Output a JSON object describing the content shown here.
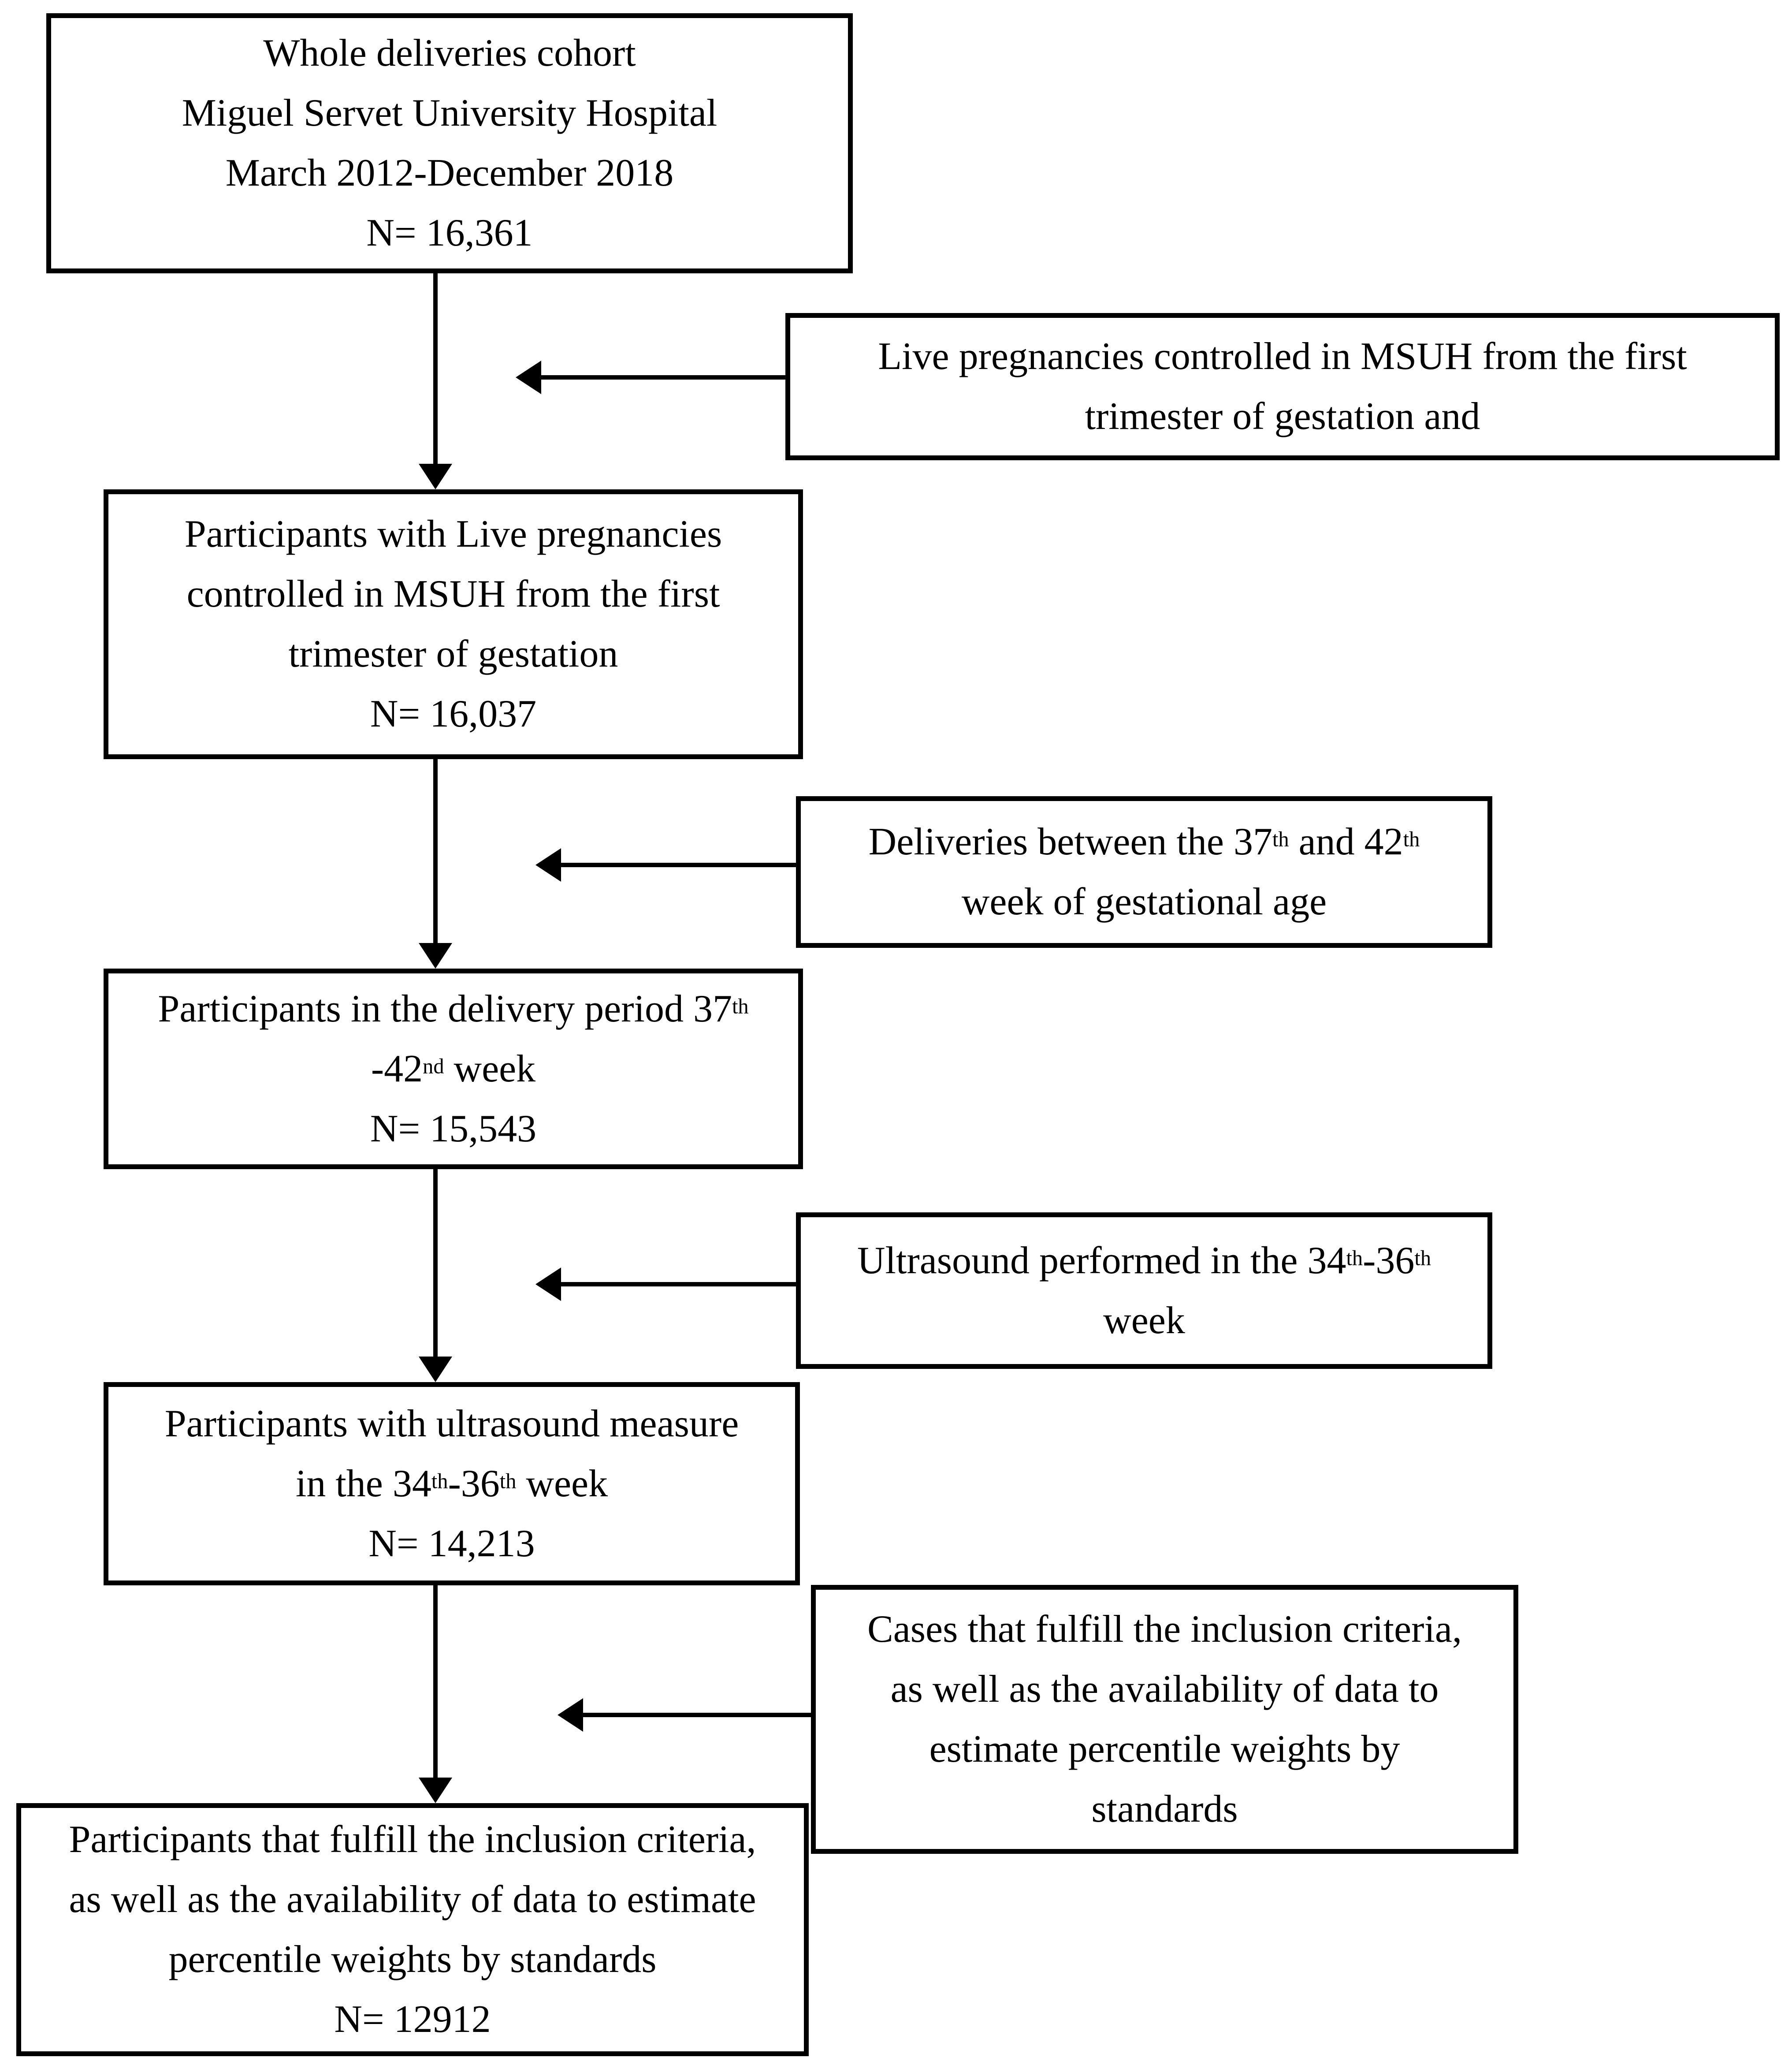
{
  "flow_boxes": {
    "box1": {
      "name": "whole-deliveries-cohort",
      "n_value": "N= 16,361",
      "lines": [
        [
          {
            "text": "Whole deliveries cohort"
          }
        ],
        [
          {
            "text": "Miguel Servet University Hospital"
          }
        ],
        [
          {
            "text": "March 2012-December 2018"
          }
        ],
        [
          {
            "text": "N= 16,361"
          }
        ]
      ]
    },
    "box2": {
      "name": "participants-live-pregnancies",
      "n_value": "N= 16,037",
      "lines": [
        [
          {
            "text": "Participants with Live pregnancies"
          }
        ],
        [
          {
            "text": "controlled in MSUH from the first"
          }
        ],
        [
          {
            "text": "trimester of gestation"
          }
        ],
        [
          {
            "text": "N= 16,037"
          }
        ]
      ]
    },
    "box3": {
      "name": "participants-delivery-period",
      "n_value": "N= 15,543",
      "lines": [
        [
          {
            "text": "Participants in the delivery period 37"
          },
          {
            "text": "th",
            "sup": true
          }
        ],
        [
          {
            "text": "-42"
          },
          {
            "text": "nd",
            "sup": true
          },
          {
            "text": " week"
          }
        ],
        [
          {
            "text": "N= 15,543"
          }
        ]
      ]
    },
    "box4": {
      "name": "participants-ultrasound-measure",
      "n_value": "N= 14,213",
      "lines": [
        [
          {
            "text": "Participants with ultrasound measure"
          }
        ],
        [
          {
            "text": "in the 34"
          },
          {
            "text": "th",
            "sup": true
          },
          {
            "text": "-36"
          },
          {
            "text": "th",
            "sup": true
          },
          {
            "text": " week"
          }
        ],
        [
          {
            "text": "N= 14,213"
          }
        ]
      ]
    },
    "box5": {
      "name": "participants-inclusion-criteria",
      "n_value": "N= 12912",
      "lines": [
        [
          {
            "text": "Participants that fulfill the inclusion criteria,"
          }
        ],
        [
          {
            "text": "as well as the availability of data to estimate"
          }
        ],
        [
          {
            "text": "percentile weights by standards"
          }
        ],
        [
          {
            "text": "N= 12912"
          }
        ]
      ]
    }
  },
  "exclusion_boxes": {
    "side1": {
      "name": "criteria-live-pregnancies",
      "lines": [
        [
          {
            "text": "Live pregnancies controlled in MSUH from the first"
          }
        ],
        [
          {
            "text": "trimester of gestation and"
          }
        ]
      ]
    },
    "side2": {
      "name": "criteria-delivery-week",
      "lines": [
        [
          {
            "text": "Deliveries between the 37"
          },
          {
            "text": "th",
            "sup": true
          },
          {
            "text": " and 42"
          },
          {
            "text": "th",
            "sup": true
          }
        ],
        [
          {
            "text": "week of gestational age"
          }
        ]
      ]
    },
    "side3": {
      "name": "criteria-ultrasound-week",
      "lines": [
        [
          {
            "text": "Ultrasound performed in the 34"
          },
          {
            "text": "th",
            "sup": true
          },
          {
            "text": "-36"
          },
          {
            "text": "th",
            "sup": true
          }
        ],
        [
          {
            "text": "week"
          }
        ]
      ]
    },
    "side4": {
      "name": "criteria-inclusion-standards",
      "lines": [
        [
          {
            "text": "Cases that fulfill the inclusion criteria,"
          }
        ],
        [
          {
            "text": "as well as the availability of data to"
          }
        ],
        [
          {
            "text": "estimate percentile weights by"
          }
        ],
        [
          {
            "text": "standards"
          }
        ]
      ]
    }
  },
  "colors": {
    "background": "#ffffff",
    "line": "#000000",
    "text": "#000000"
  }
}
